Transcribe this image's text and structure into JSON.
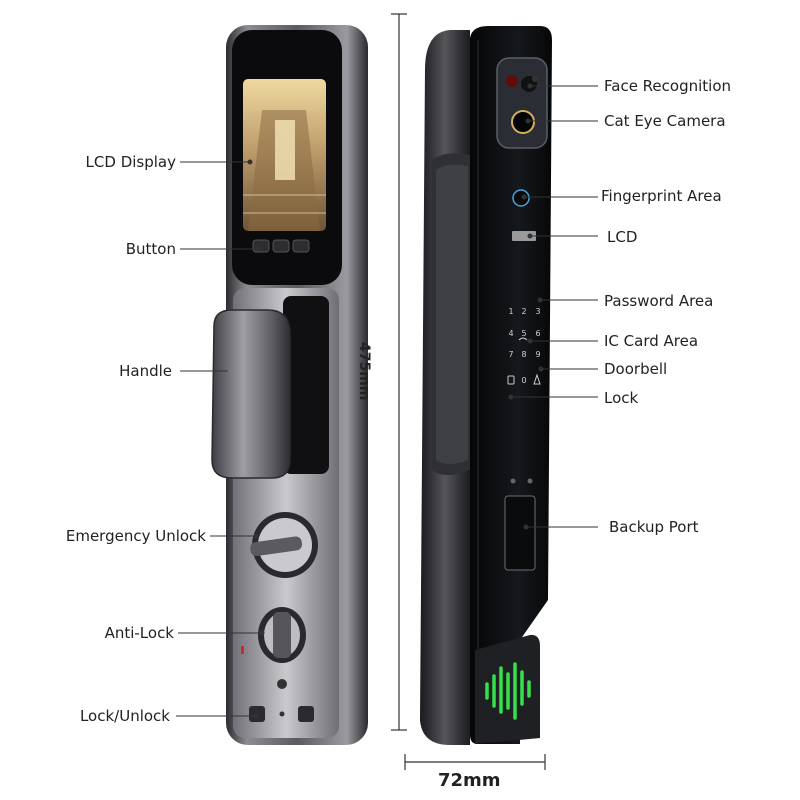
{
  "labels_left": {
    "lcd_display": "LCD Display",
    "button": "Button",
    "handle": "Handle",
    "emergency_unlock": "Emergency Unlock",
    "anti_lock": "Anti-Lock",
    "lock_unlock": "Lock/Unlock"
  },
  "labels_right": {
    "face_recognition": "Face Recognition",
    "cat_eye_camera": "Cat Eye Camera",
    "fingerprint_area": "Fingerprint Area",
    "lcd": "LCD",
    "password_area": "Password Area",
    "ic_card_area": "IC Card Area",
    "doorbell": "Doorbell",
    "lock": "Lock",
    "backup_port": "Backup Port"
  },
  "dimensions": {
    "height": "475mm",
    "width": "72mm"
  },
  "keypad": {
    "row1": [
      "1",
      "2",
      "3"
    ],
    "row2": [
      "4",
      "5",
      "6"
    ],
    "row3": [
      "7",
      "8",
      "9"
    ],
    "row4": [
      "0"
    ]
  },
  "colors": {
    "metal_dark": "#3a3a3e",
    "metal_light": "#b8b8bc",
    "panel_black": "#0d0f12",
    "green_glow": "#35e04a",
    "leader_line": "#333333"
  }
}
